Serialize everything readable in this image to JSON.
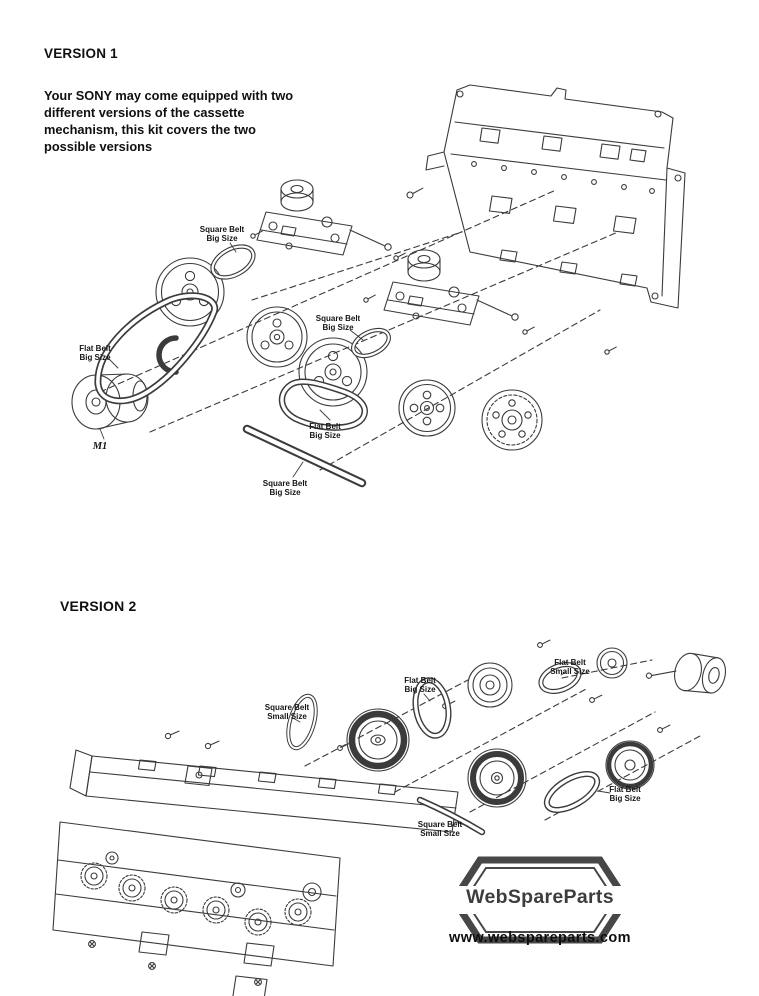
{
  "page": {
    "background": "#ffffff",
    "line_color": "#3b3b3b"
  },
  "version1": {
    "title": "VERSION 1",
    "description": "Your SONY may come equipped with two different versions of the cassette mechanism, this kit covers the two possible versions",
    "labels": {
      "square_belt_top": {
        "line1": "Square Belt",
        "line2": "Big Size"
      },
      "flat_belt_left": {
        "line1": "Flat Belt",
        "line2": "Big Size"
      },
      "square_belt_mid": {
        "line1": "Square Belt",
        "line2": "Big Size"
      },
      "flat_belt_mid": {
        "line1": "Flat Belt",
        "line2": "Big Size"
      },
      "square_belt_bottom": {
        "line1": "Square Belt",
        "line2": "Big Size"
      },
      "motor": "M1"
    }
  },
  "version2": {
    "title": "VERSION 2",
    "labels": {
      "square_belt_small_left": {
        "line1": "Square Belt",
        "line2": "Small Size"
      },
      "flat_belt_big_top": {
        "line1": "Flat Belt",
        "line2": "Big Size"
      },
      "flat_belt_small": {
        "line1": "Flat Belt",
        "line2": "Small Size"
      },
      "square_belt_small_bottom": {
        "line1": "Square Belt",
        "line2": "Small Size"
      },
      "flat_belt_big_right": {
        "line1": "Flat Belt",
        "line2": "Big Size"
      }
    }
  },
  "branding": {
    "logo_text": "WebSpareParts",
    "website": "www.webspareparts.com"
  }
}
